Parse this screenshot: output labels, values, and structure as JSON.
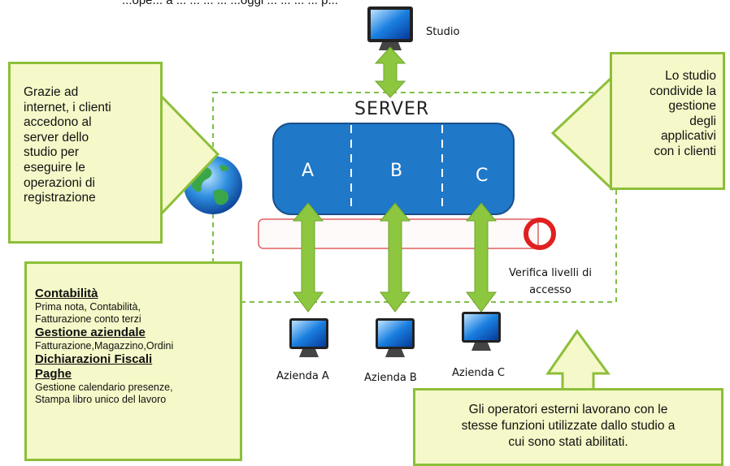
{
  "top_text": "...ope... a ... ... ... ... ...oggi ... ... ... ... p...",
  "studio_label": "Studio",
  "server_title": "SERVER",
  "sections": [
    "A",
    "B",
    "C"
  ],
  "verify_label_lines": [
    "Verifica livelli di",
    "accesso"
  ],
  "companies": [
    "Azienda A",
    "Azienda B",
    "Azienda C"
  ],
  "left_note_lines": [
    "Grazie ad",
    "internet, i clienti",
    "accedono al",
    "server dello",
    "studio per",
    "eseguire le",
    "operazioni di",
    "registrazione"
  ],
  "right_note_lines": [
    "Lo studio",
    "condivide la",
    "gestione",
    "degli",
    "applicativi",
    "con i clienti"
  ],
  "bottom_note_lines": [
    "Gli operatori esterni lavorano con le",
    "stesse funzioni utilizzate dallo studio a",
    "cui sono stati abilitati."
  ],
  "features": {
    "contabilita_title": "Contabilità",
    "contabilita_lines": [
      "Prima nota, Contabilità,",
      "Fatturazione conto terzi"
    ],
    "gestione_title": "Gestione aziendale",
    "gestione_lines": [
      "Fatturazione,Magazzino,Ordini"
    ],
    "dichiarazioni_title": "Dichiarazioni Fiscali",
    "paghe_title": "Paghe",
    "paghe_lines": [
      "Gestione calendario presenze,",
      "Stampa libro unico del lavoro"
    ]
  },
  "colors": {
    "server_blue": "#1f78c8",
    "arrow_green": "#8dc63f",
    "note_fill": "#f5f8c8",
    "note_border": "#8dbf3a",
    "access_red": "#e02020",
    "dashed_green": "#7fbf4a"
  }
}
